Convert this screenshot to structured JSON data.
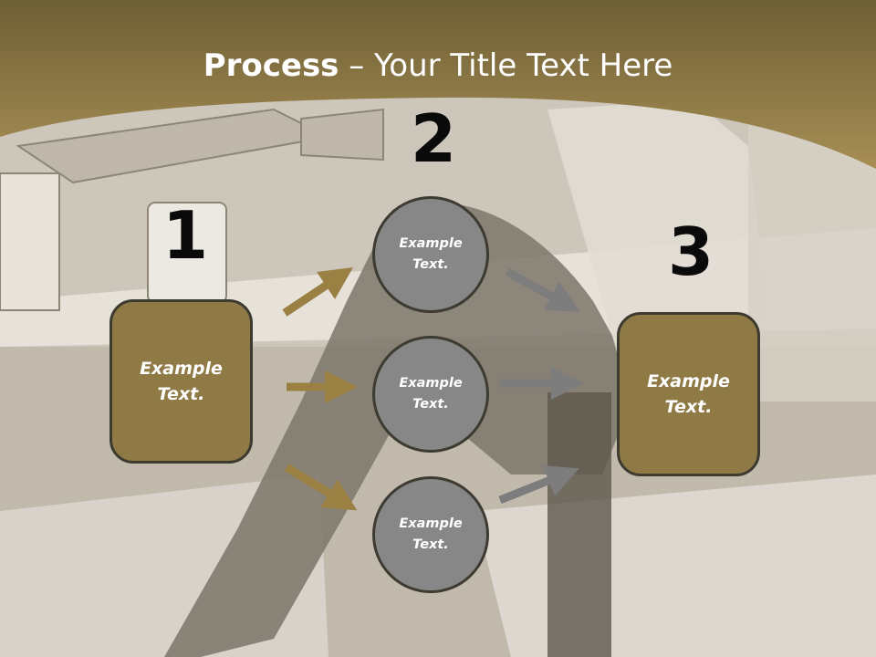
{
  "slide": {
    "title_bold": "Process",
    "title_rest": " – Your Title Text Here",
    "numbers": [
      "1",
      "2",
      "3"
    ],
    "step1": "Example Text.",
    "circles": [
      "Example Text.",
      "Example Text.",
      "Example Text."
    ],
    "step3": "Example Text."
  },
  "colors": {
    "header": "#8f7a45",
    "box_fill": "#8f7a45",
    "circle_fill": "#878787",
    "arrow_gold": "#9a8043",
    "arrow_gray": "#7d7d7d"
  }
}
